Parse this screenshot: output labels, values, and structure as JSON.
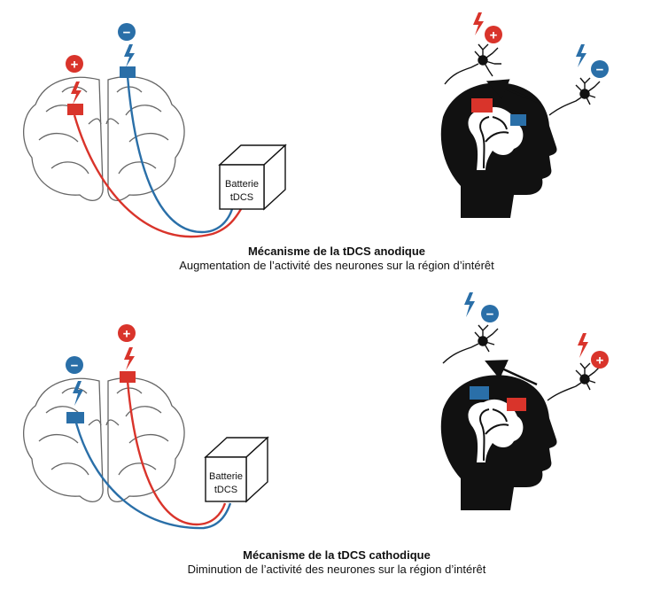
{
  "colors": {
    "anode": "#d9342b",
    "cathode": "#2a6fa8",
    "ink": "#111111",
    "outline": "#666666"
  },
  "signs": {
    "plus": "+",
    "minus": "−"
  },
  "battery": {
    "line1": "Batterie",
    "line2": "tDCS"
  },
  "anodic": {
    "title": "Mécanisme de la tDCS anodique",
    "subtitle": "Augmentation de l’activité des neurones sur la région d’intérêt"
  },
  "cathodic": {
    "title": "Mécanisme de la tDCS cathodique",
    "subtitle": "Diminution de l’activité des neurones sur la région d’intérêt"
  }
}
